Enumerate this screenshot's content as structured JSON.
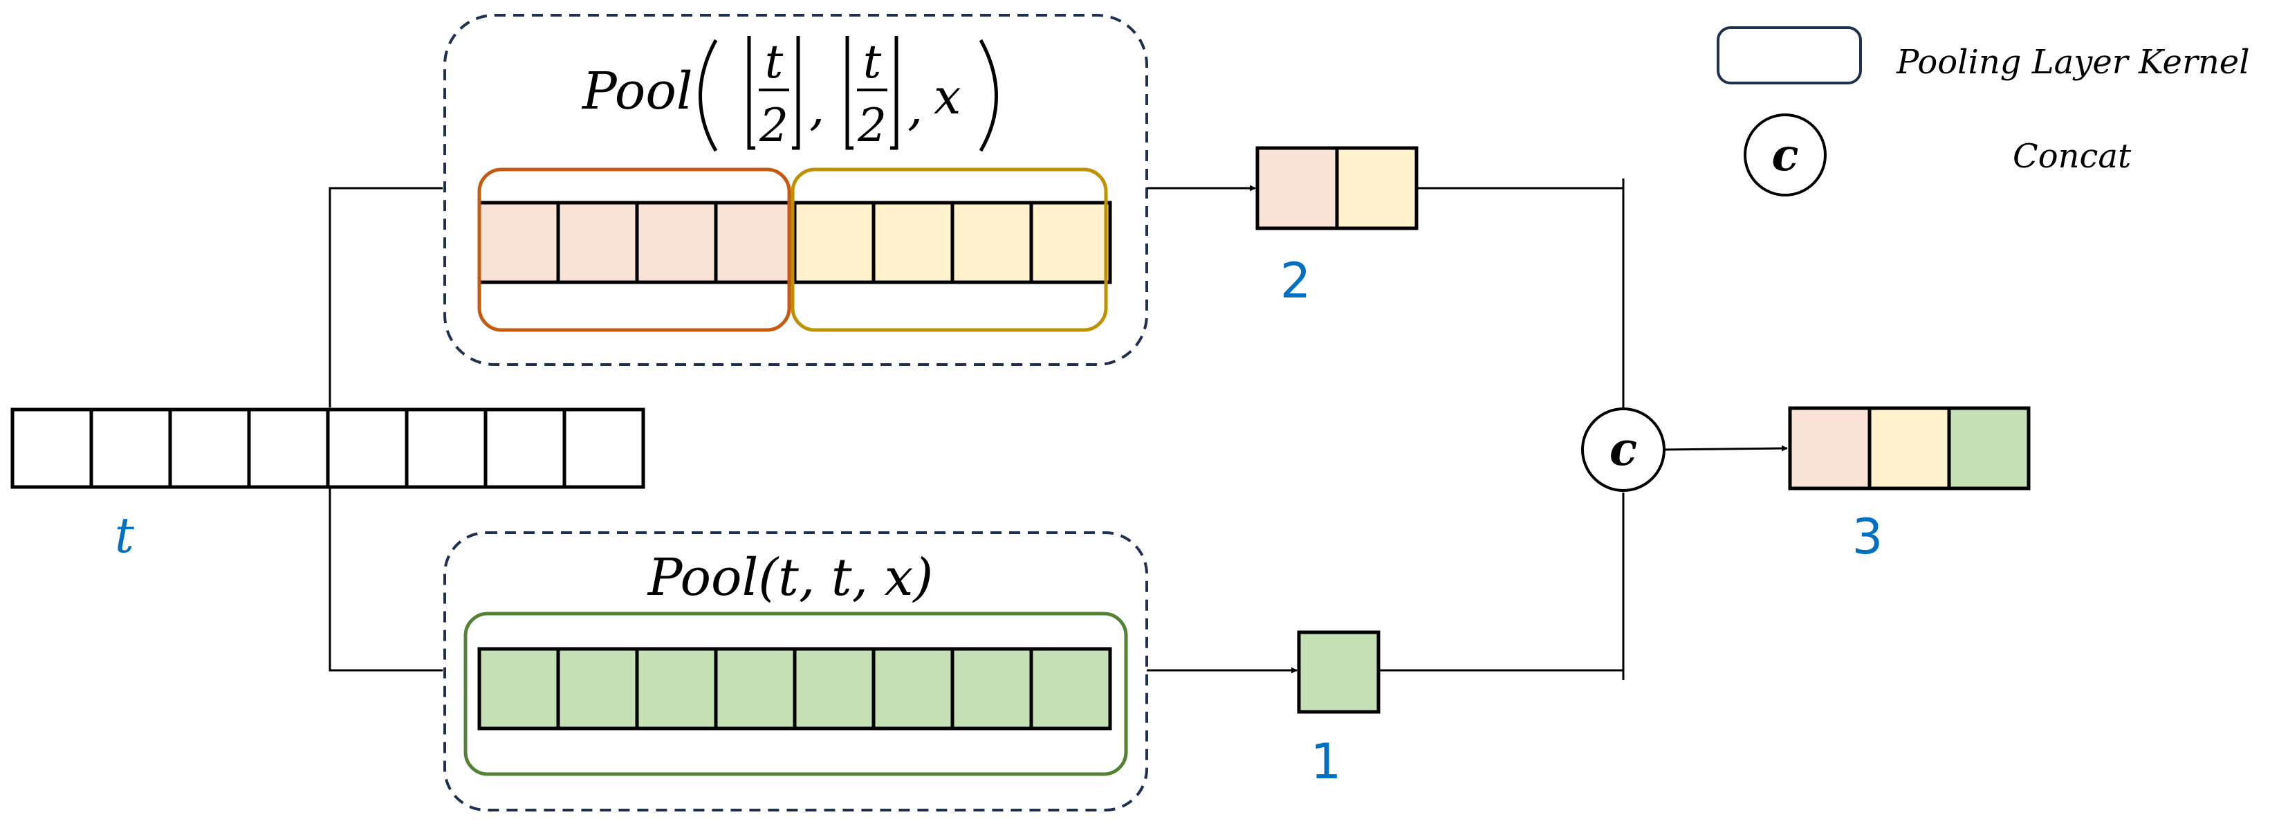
{
  "colors": {
    "stroke": "#000000",
    "dashed_border": "#1f3050",
    "peach": "#fae2d6",
    "cream": "#fff2cc",
    "green": "#c5e0b4",
    "orange_border": "#c55a11",
    "gold_border": "#bf9000",
    "green_border": "#548235",
    "label_blue": "#0070c0",
    "legend_border": "#1f3050"
  },
  "input": {
    "label": "t",
    "cell_count": 8
  },
  "top_branch": {
    "formula": {
      "prefix": "Pool",
      "numerator": "t",
      "denominator": "2",
      "separator": ",",
      "last_arg": "x"
    },
    "left_kernel_cells": 4,
    "right_kernel_cells": 4,
    "output_label": "2"
  },
  "bottom_branch": {
    "formula": "Pool(t, t, x)",
    "kernel_cells": 8,
    "output_label": "1"
  },
  "concat": {
    "symbol": "c"
  },
  "result": {
    "label": "3",
    "cell_colors": [
      "peach",
      "cream",
      "green"
    ]
  },
  "legend": {
    "kernel_label": "Pooling Layer Kernel",
    "concat_symbol": "c",
    "concat_label": "Concat"
  }
}
